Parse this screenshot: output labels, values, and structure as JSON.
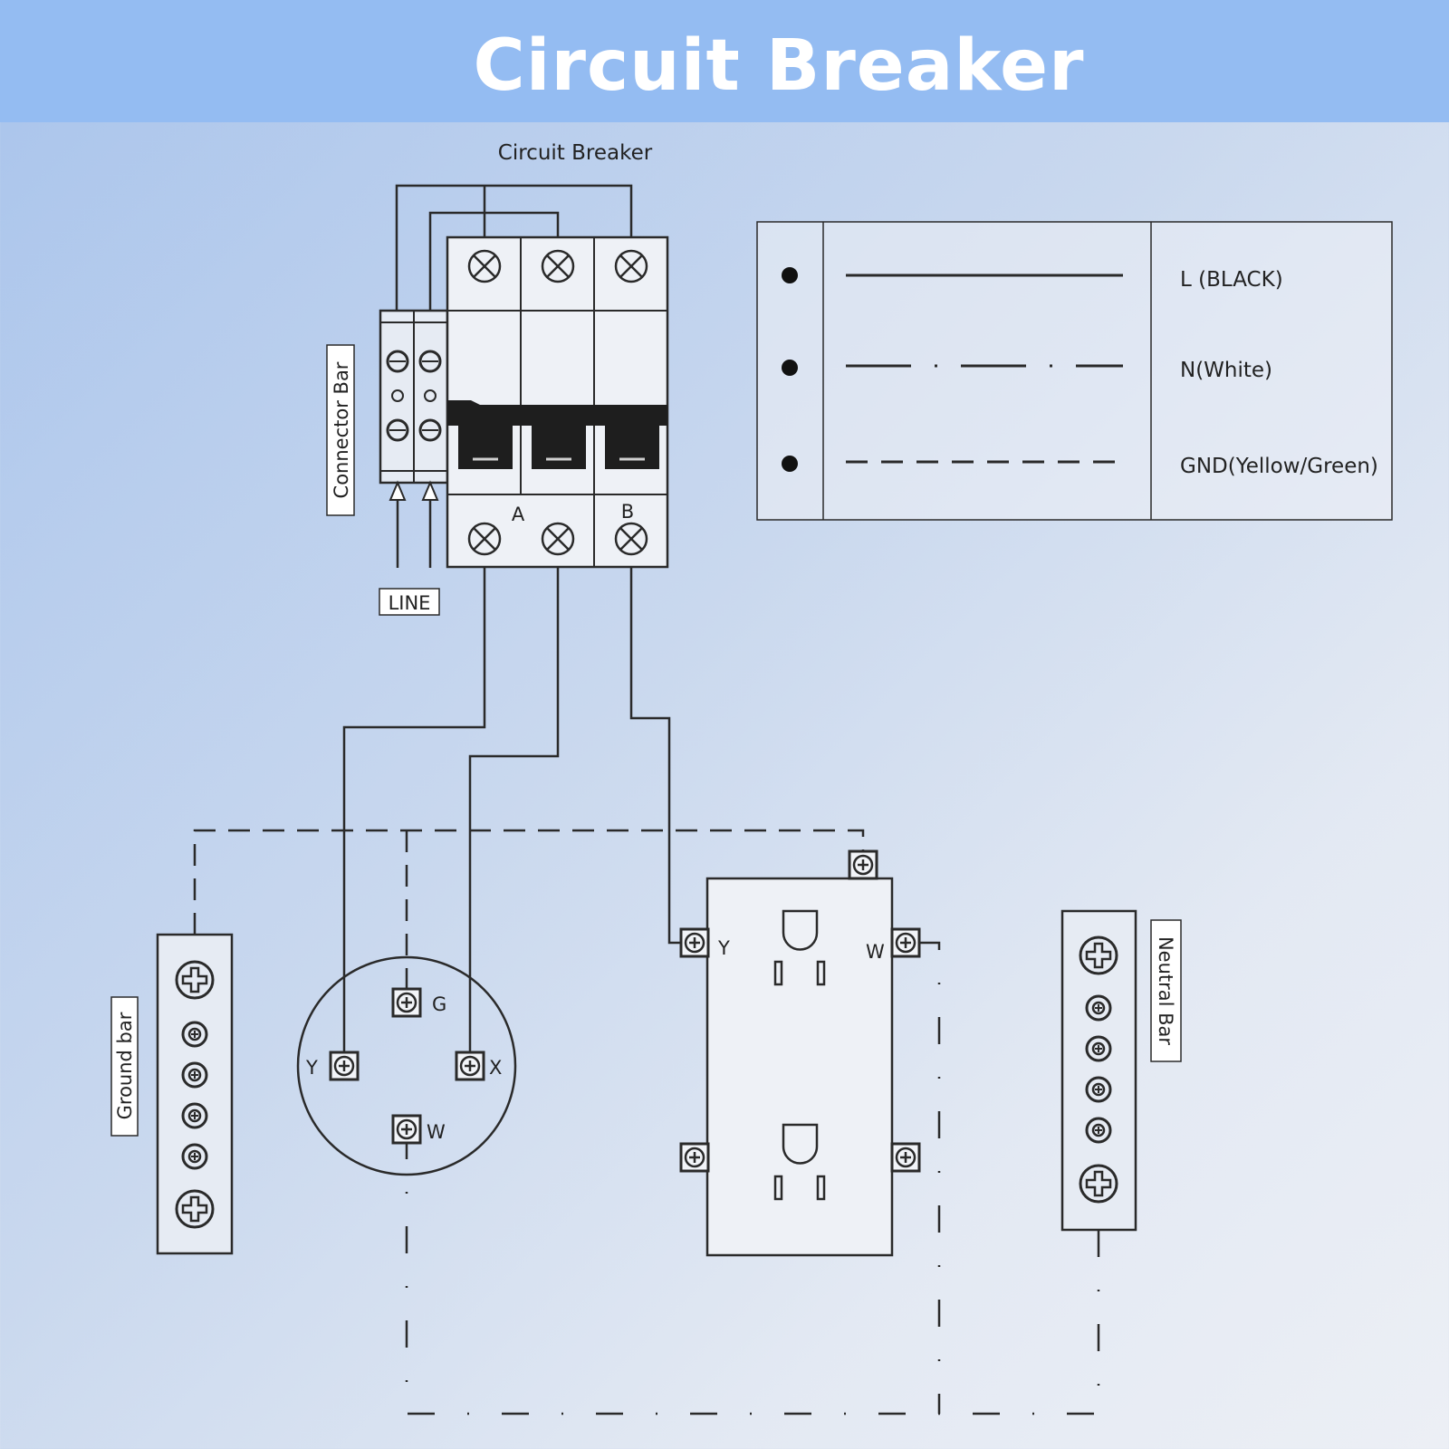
{
  "header": {
    "title": "Circuit Breaker"
  },
  "diagram": {
    "breaker_label": "Circuit Breaker",
    "connector_bar_label": "Connector Bar",
    "line_label": "LINE",
    "pole_a": "A",
    "pole_b": "B",
    "ground_bar_label": "Ground bar",
    "neutral_bar_label": "Neutral Bar",
    "round_outlet": {
      "g": "G",
      "y": "Y",
      "x": "X",
      "w": "W"
    },
    "duplex_outlet": {
      "y": "Y",
      "w": "W"
    }
  },
  "legend": {
    "items": [
      {
        "label": "L (BLACK)",
        "line_style": "solid"
      },
      {
        "label": "N(White)",
        "line_style": "dash-dot"
      },
      {
        "label": "GND(Yellow/Green)",
        "line_style": "dashed"
      }
    ]
  },
  "colors": {
    "banner": "#94bcf2",
    "title": "#ffffff",
    "ink": "#2a2a2a"
  }
}
